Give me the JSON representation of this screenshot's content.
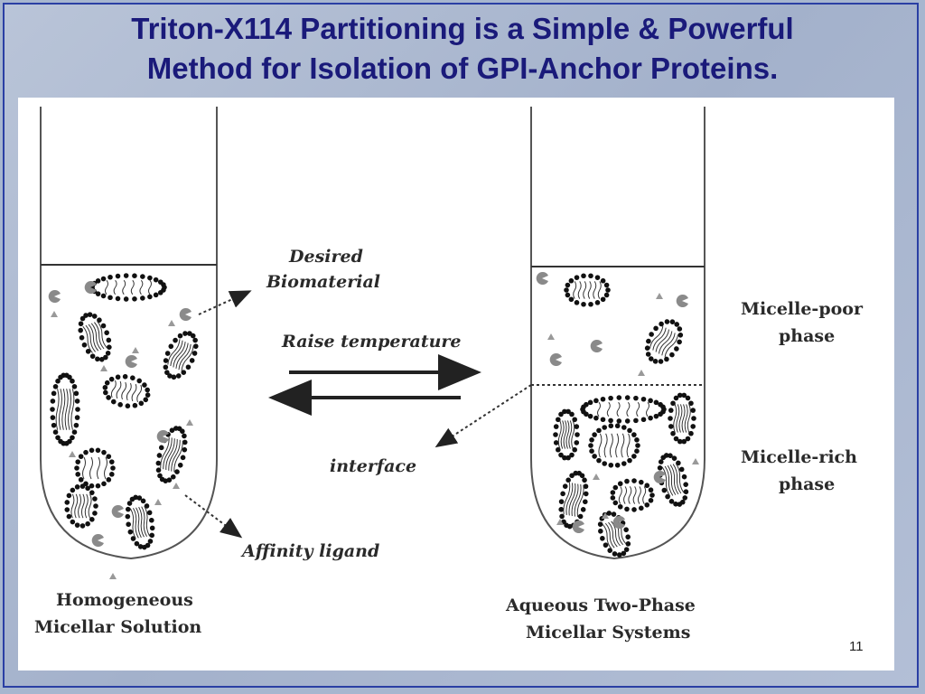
{
  "slide": {
    "title_line1": "Triton-X114 Partitioning is a Simple & Powerful",
    "title_line2": "Method for Isolation of GPI-Anchor Proteins.",
    "page_number": "11"
  },
  "diagram": {
    "labels": {
      "desired_biomaterial_1": "Desired",
      "desired_biomaterial_2": "Biomaterial",
      "raise_temperature": "Raise temperature",
      "interface": "interface",
      "affinity_ligand": "Affinity ligand",
      "micelle_poor_1": "Micelle-poor",
      "micelle_poor_2": "phase",
      "micelle_rich_1": "Micelle-rich",
      "micelle_rich_2": "phase",
      "left_caption_1": "Homogeneous",
      "left_caption_2": "Micellar Solution",
      "right_caption_1": "Aqueous Two-Phase",
      "right_caption_2": "Micellar Systems"
    },
    "colors": {
      "text": "#2a2a2a",
      "line": "#222222",
      "particle": "#8a8a8a"
    }
  }
}
